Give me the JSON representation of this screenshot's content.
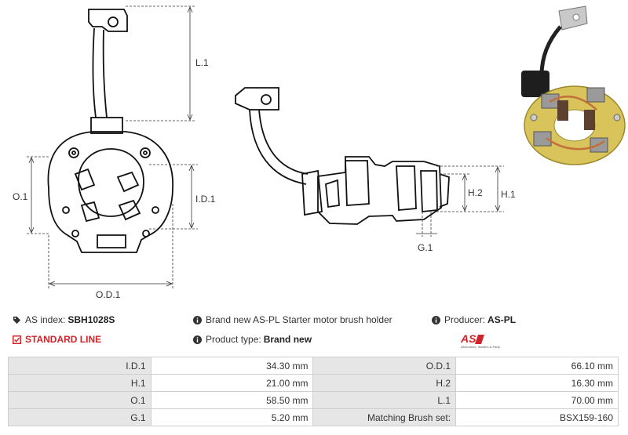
{
  "drawing_labels": {
    "l1": "L.1",
    "o1": "O.1",
    "id1": "I.D.1",
    "od1": "O.D.1",
    "h2": "H.2",
    "h1": "H.1",
    "g1": "G.1"
  },
  "info": {
    "as_index_label": "AS index:",
    "as_index_value": "SBH1028S",
    "description": "Brand new AS-PL Starter motor brush holder",
    "producer_label": "Producer:",
    "producer_value": "AS-PL",
    "standard_line": "STANDARD LINE",
    "product_type_label": "Product type:",
    "product_type_value": "Brand new"
  },
  "logo": {
    "text": "AS",
    "tagline": "Alternators, Starters & Parts",
    "color": "#d0232a"
  },
  "colors": {
    "accent": "#d0232a",
    "label_cell": "#e6e6e6",
    "border": "#cfcfcf"
  },
  "specs": [
    {
      "l1": "I.D.1",
      "v1": "34.30 mm",
      "l2": "O.D.1",
      "v2": "66.10 mm"
    },
    {
      "l1": "H.1",
      "v1": "21.00 mm",
      "l2": "H.2",
      "v2": "16.30 mm"
    },
    {
      "l1": "O.1",
      "v1": "58.50 mm",
      "l2": "L.1",
      "v2": "70.00 mm"
    },
    {
      "l1": "G.1",
      "v1": "5.20 mm",
      "l2": "Matching Brush set:",
      "v2": "BSX159-160"
    }
  ]
}
